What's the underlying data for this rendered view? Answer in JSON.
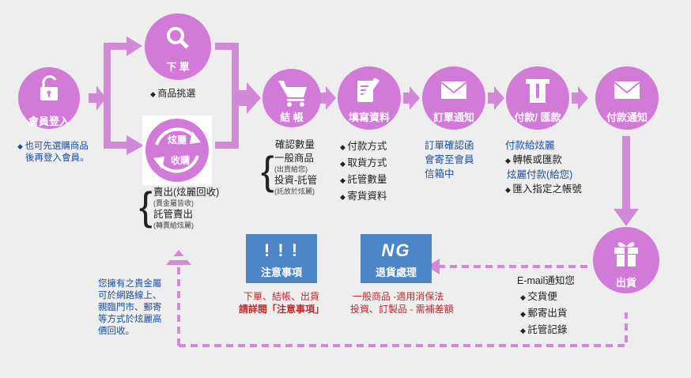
{
  "steps": {
    "login": "會員登入",
    "order": "下 單",
    "checkout": "結 帳",
    "fill": "填寫資料",
    "notify": "訂單通知",
    "pay": "付款/ 匯款",
    "paynotify": "付款通知",
    "ship": "出貨",
    "recycle_top": "炫麗",
    "recycle_bottom": "收購"
  },
  "login_note": [
    "也可先選購商品",
    "後再登入會員。"
  ],
  "order_note": "商品挑選",
  "recycle_notes": {
    "sell": "賣出(炫麗回收)",
    "sell_sub": "(賣金屬皆收)",
    "consign": "託管賣出",
    "consign_sub": "(轉賣給炫麗)"
  },
  "checkout_notes": {
    "confirm": "確認數量",
    "normal": "一般商品",
    "normal_sub": "(出貨給您)",
    "invest": "投資-託管",
    "invest_sub": "(託放於炫麗)"
  },
  "fill_notes": [
    "付款方式",
    "取貨方式",
    "託管數量",
    "寄貨資料"
  ],
  "notify_notes": [
    "訂單確認函",
    "會寄至會員",
    "信箱中"
  ],
  "pay_notes": {
    "title": "付款給炫麗",
    "transfer": "轉帳或匯款",
    "pay_you": "炫麗付款(給您)",
    "account": "匯入指定之帳號"
  },
  "ship_notes": {
    "title": "E-mail通知您",
    "items": [
      "交貨便",
      "郵寄出貨",
      "託管記錄"
    ]
  },
  "notice_box": {
    "icon": "! ! !",
    "label": "注意事項",
    "line1": "下單、結帳、出貨",
    "line2": "請詳閱「注意事項」"
  },
  "return_box": {
    "icon": "NG",
    "label": "退貨處理",
    "line1": "一般商品 -適用消保法",
    "line2": "投資、訂製品 - 需補差額"
  },
  "recycle_info": [
    "您擁有之貴金屬",
    "可於網路線上、",
    "親臨門市、郵寄",
    "等方式於炫麗高",
    "價回收。"
  ],
  "colors": {
    "circle": "#d17ad7",
    "arrow": "#d28ad8",
    "box": "#4d86c6",
    "blue_text": "#1a4fa0",
    "red_text": "#c0282b"
  }
}
